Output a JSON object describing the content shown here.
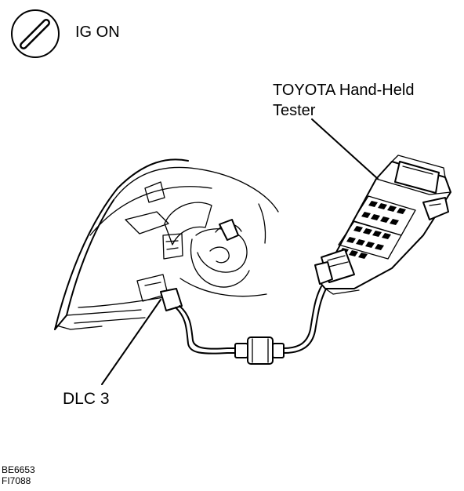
{
  "ignition": {
    "label": "IG ON",
    "icon": "ignition-key-icon"
  },
  "tester": {
    "line1": "TOYOTA Hand-Held",
    "line2": "Tester"
  },
  "connector": {
    "label": "DLC 3"
  },
  "codes": {
    "line1": "BE6653",
    "line2": "FI7088"
  }
}
